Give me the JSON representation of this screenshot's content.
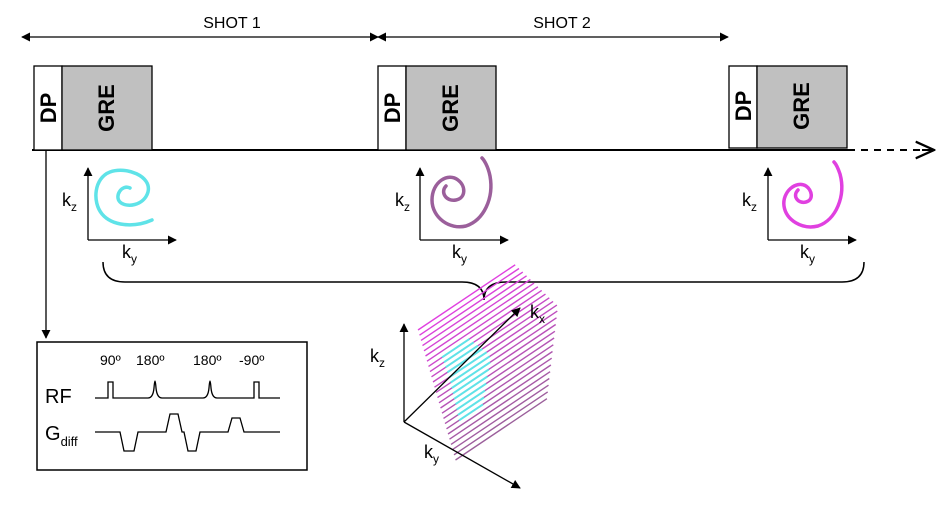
{
  "shots": [
    {
      "label": "SHOT 1"
    },
    {
      "label": "SHOT 2"
    }
  ],
  "blocks": {
    "dp_label": "DP",
    "gre_label": "GRE"
  },
  "plots": [
    {
      "kz": "k",
      "kz_sub": "z",
      "ky": "k",
      "ky_sub": "y",
      "trajectory_color": "#5fe3e8"
    },
    {
      "kz": "k",
      "kz_sub": "z",
      "ky": "k",
      "ky_sub": "y",
      "trajectory_color": "#9b5f9b"
    },
    {
      "kz": "k",
      "kz_sub": "z",
      "ky": "k",
      "ky_sub": "y",
      "trajectory_color": "#e040e0"
    }
  ],
  "combined": {
    "kx": "k",
    "kx_sub": "x",
    "kz": "k",
    "kz_sub": "z",
    "ky": "k",
    "ky_sub": "y"
  },
  "sequence": {
    "flip_angles": [
      "90º",
      "180º",
      "180º",
      "-90º"
    ],
    "rf_label": "RF",
    "gdiff_label": "G",
    "gdiff_sub": "diff"
  },
  "colors": {
    "gre_fill": "#c0c0c0",
    "cyan": "#5fe3e8",
    "purple": "#9b5f9b",
    "magenta": "#e040e0"
  }
}
